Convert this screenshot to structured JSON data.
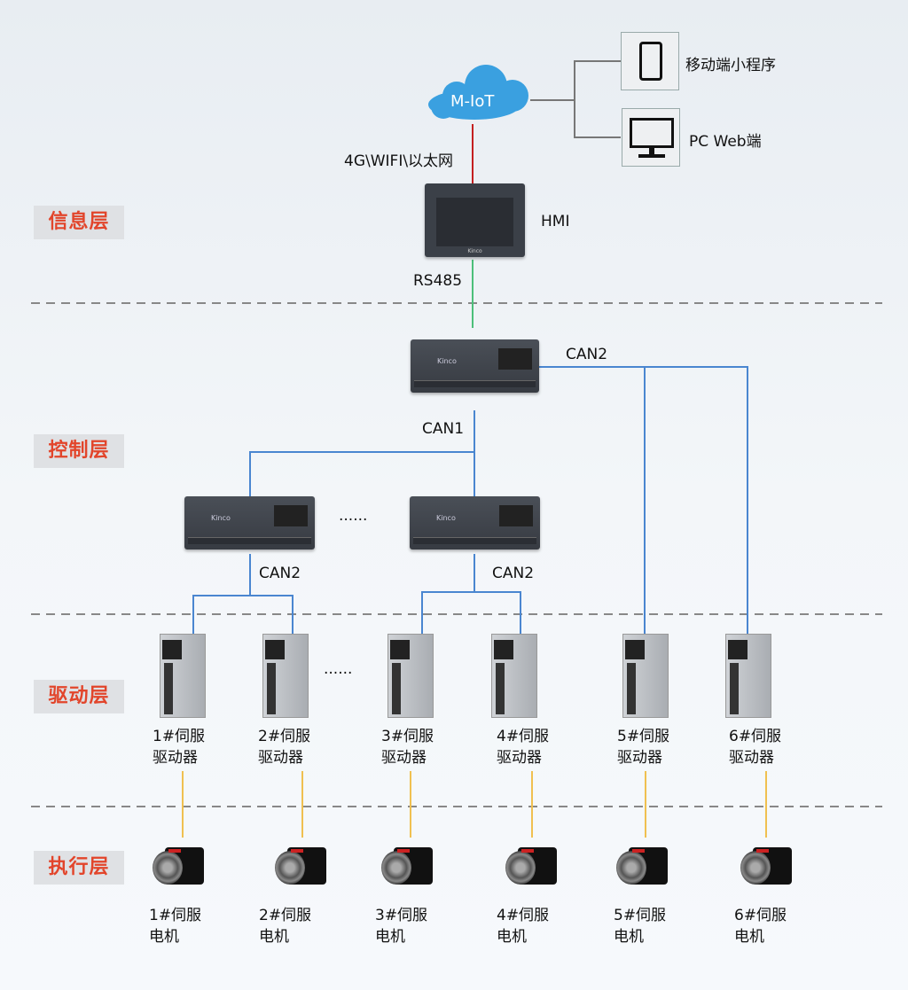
{
  "layers": [
    "信息层",
    "控制层",
    "驱动层",
    "执行层"
  ],
  "cloud": {
    "label": "M-IoT",
    "color": "#3aa0e0"
  },
  "clients": [
    {
      "label": "移动端小程序",
      "icon": "smartphone-icon"
    },
    {
      "label": "PC Web端",
      "icon": "monitor-icon"
    }
  ],
  "links": {
    "cloud_hmi": "4G\\WIFI\\以太网",
    "hmi_plc": "RS485",
    "can2_main": "CAN2",
    "can1": "CAN1",
    "can2_left": "CAN2",
    "can2_right": "CAN2",
    "ellipsis_plc": "......",
    "ellipsis_drv": "......"
  },
  "hmi": {
    "label": "HMI",
    "brand": "Kinco"
  },
  "plc": {
    "brand": "Kinco"
  },
  "drivers": [
    [
      "1#伺服",
      "驱动器"
    ],
    [
      "2#伺服",
      "驱动器"
    ],
    [
      "3#伺服",
      "驱动器"
    ],
    [
      "4#伺服",
      "驱动器"
    ],
    [
      "5#伺服",
      "驱动器"
    ],
    [
      "6#伺服",
      "驱动器"
    ]
  ],
  "motors": [
    [
      "1#伺服",
      "电机"
    ],
    [
      "2#伺服",
      "电机"
    ],
    [
      "3#伺服",
      "电机"
    ],
    [
      "4#伺服",
      "电机"
    ],
    [
      "5#伺服",
      "电机"
    ],
    [
      "6#伺服",
      "电机"
    ]
  ],
  "colors": {
    "layer_text": "#e2452b",
    "can": "#4a86d0",
    "rs485": "#4cbf7a",
    "wireless": "#c42020",
    "power": "#f0c050",
    "dashed": "#888888"
  }
}
